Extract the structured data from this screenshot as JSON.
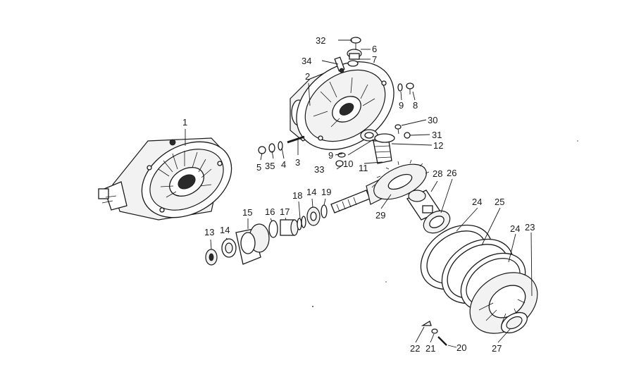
{
  "callouts": [
    {
      "id": "c1",
      "text": "1"
    },
    {
      "id": "c2",
      "text": "2"
    },
    {
      "id": "c3",
      "text": "3"
    },
    {
      "id": "c4",
      "text": "4"
    },
    {
      "id": "c5",
      "text": "5"
    },
    {
      "id": "c6",
      "text": "6"
    },
    {
      "id": "c7",
      "text": "7"
    },
    {
      "id": "c8",
      "text": "8"
    },
    {
      "id": "c9a",
      "text": "9"
    },
    {
      "id": "c9b",
      "text": "9"
    },
    {
      "id": "c10",
      "text": "10"
    },
    {
      "id": "c11",
      "text": "11"
    },
    {
      "id": "c12",
      "text": "12"
    },
    {
      "id": "c13",
      "text": "13"
    },
    {
      "id": "c14a",
      "text": "14"
    },
    {
      "id": "c14b",
      "text": "14"
    },
    {
      "id": "c15",
      "text": "15"
    },
    {
      "id": "c16",
      "text": "16"
    },
    {
      "id": "c17",
      "text": "17"
    },
    {
      "id": "c18",
      "text": "18"
    },
    {
      "id": "c19",
      "text": "19"
    },
    {
      "id": "c20",
      "text": "20"
    },
    {
      "id": "c21",
      "text": "21"
    },
    {
      "id": "c22",
      "text": "22"
    },
    {
      "id": "c23",
      "text": "23"
    },
    {
      "id": "c24a",
      "text": "24"
    },
    {
      "id": "c24b",
      "text": "24"
    },
    {
      "id": "c25",
      "text": "25"
    },
    {
      "id": "c26",
      "text": "26"
    },
    {
      "id": "c27",
      "text": "27"
    },
    {
      "id": "c28",
      "text": "28"
    },
    {
      "id": "c29",
      "text": "29"
    },
    {
      "id": "c30",
      "text": "30"
    },
    {
      "id": "c31",
      "text": "31"
    },
    {
      "id": "c32",
      "text": "32"
    },
    {
      "id": "c33",
      "text": "33"
    },
    {
      "id": "c34",
      "text": "34"
    },
    {
      "id": "c35",
      "text": "35"
    }
  ]
}
